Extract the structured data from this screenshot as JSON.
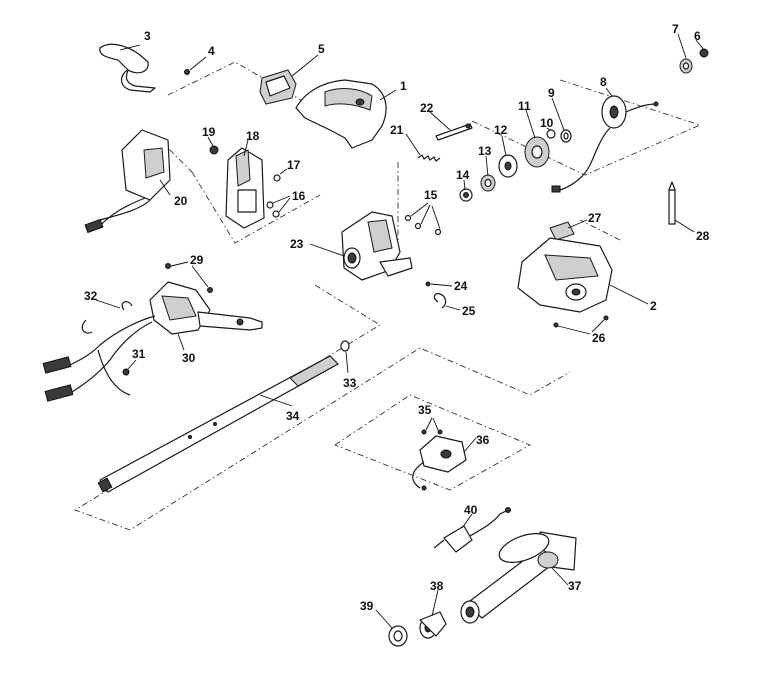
{
  "callouts": [
    {
      "id": "1",
      "label": "1"
    },
    {
      "id": "2",
      "label": "2"
    },
    {
      "id": "3",
      "label": "3"
    },
    {
      "id": "4",
      "label": "4"
    },
    {
      "id": "5",
      "label": "5"
    },
    {
      "id": "6",
      "label": "6"
    },
    {
      "id": "7",
      "label": "7"
    },
    {
      "id": "8",
      "label": "8"
    },
    {
      "id": "9",
      "label": "9"
    },
    {
      "id": "10",
      "label": "10"
    },
    {
      "id": "11",
      "label": "11"
    },
    {
      "id": "12",
      "label": "12"
    },
    {
      "id": "13",
      "label": "13"
    },
    {
      "id": "14",
      "label": "14"
    },
    {
      "id": "15",
      "label": "15"
    },
    {
      "id": "16",
      "label": "16"
    },
    {
      "id": "17",
      "label": "17"
    },
    {
      "id": "18",
      "label": "18"
    },
    {
      "id": "19",
      "label": "19"
    },
    {
      "id": "20",
      "label": "20"
    },
    {
      "id": "21",
      "label": "21"
    },
    {
      "id": "22",
      "label": "22"
    },
    {
      "id": "23",
      "label": "23"
    },
    {
      "id": "24",
      "label": "24"
    },
    {
      "id": "25",
      "label": "25"
    },
    {
      "id": "26",
      "label": "26"
    },
    {
      "id": "27",
      "label": "27"
    },
    {
      "id": "28",
      "label": "28"
    },
    {
      "id": "29",
      "label": "29"
    },
    {
      "id": "30",
      "label": "30"
    },
    {
      "id": "31",
      "label": "31"
    },
    {
      "id": "32",
      "label": "32"
    },
    {
      "id": "33",
      "label": "33"
    },
    {
      "id": "34",
      "label": "34"
    },
    {
      "id": "35",
      "label": "35"
    },
    {
      "id": "36",
      "label": "36"
    },
    {
      "id": "37",
      "label": "37"
    },
    {
      "id": "38",
      "label": "38"
    },
    {
      "id": "39",
      "label": "39"
    },
    {
      "id": "40",
      "label": "40"
    }
  ]
}
